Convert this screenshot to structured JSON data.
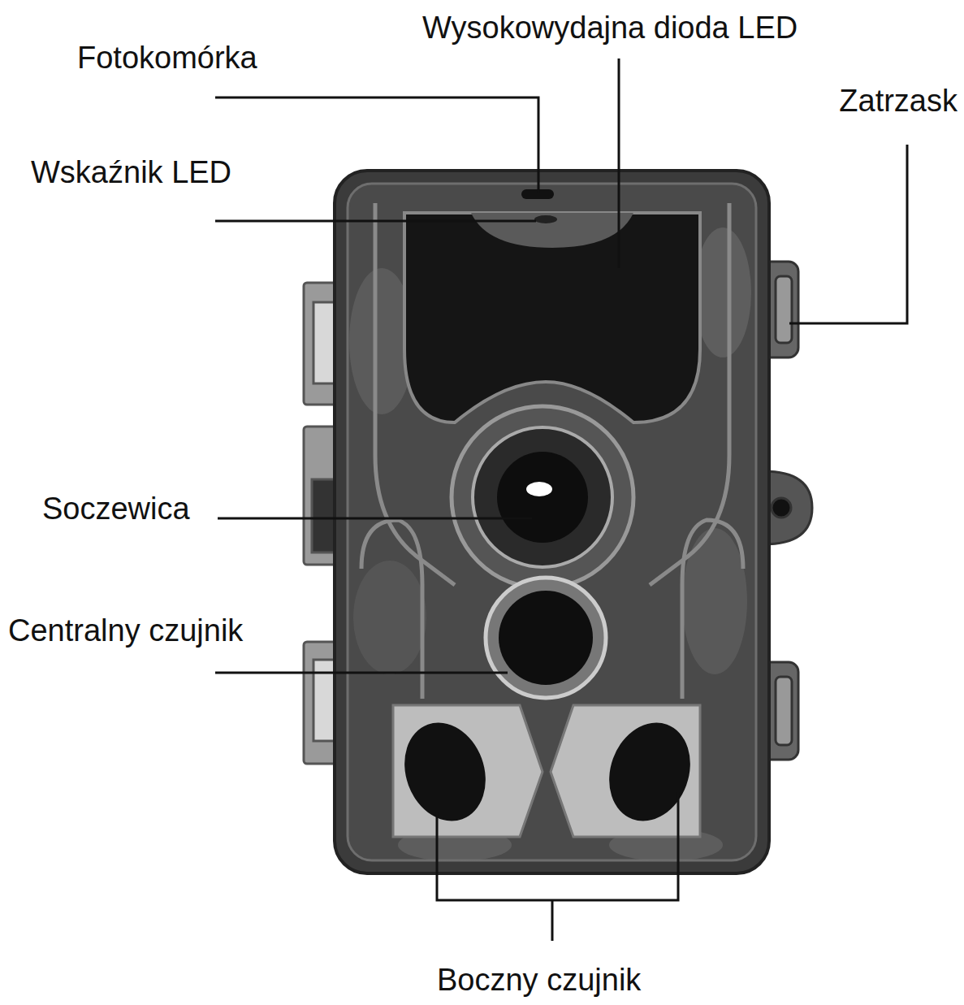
{
  "diagram": {
    "labels": [
      "Wysokowydajna dioda LED",
      "Fotokomórka",
      "Zatrzask",
      "Wskaźnik LED",
      "Soczewica",
      "Centralny czujnik",
      "Boczny czujnik"
    ]
  }
}
